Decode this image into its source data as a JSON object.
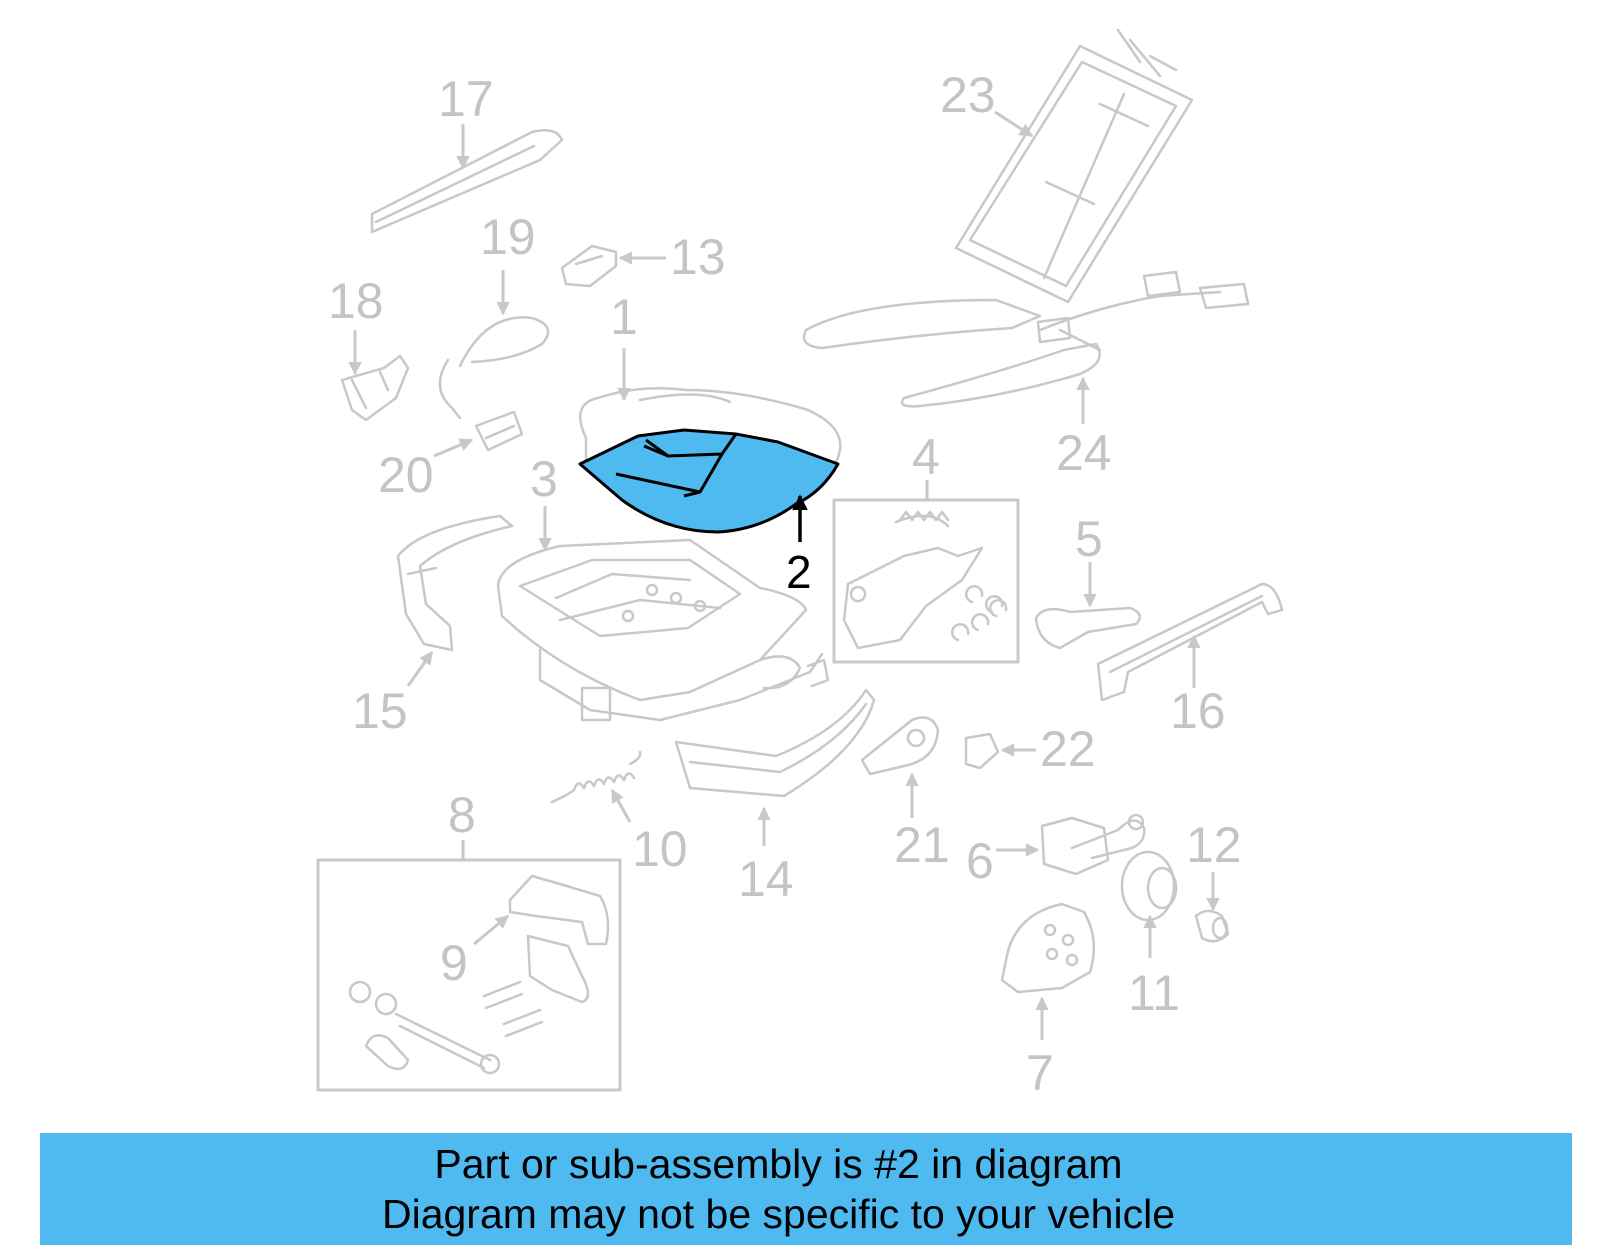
{
  "highlight_color": "#4fbaf0",
  "part_color": "#c8c8c8",
  "callouts": {
    "c1": "1",
    "c2": "2",
    "c3": "3",
    "c4": "4",
    "c5": "5",
    "c6": "6",
    "c7": "7",
    "c8": "8",
    "c9": "9",
    "c10": "10",
    "c11": "11",
    "c12": "12",
    "c13": "13",
    "c14": "14",
    "c15": "15",
    "c16": "16",
    "c17": "17",
    "c18": "18",
    "c19": "19",
    "c20": "20",
    "c21": "21",
    "c22": "22",
    "c23": "23",
    "c24": "24"
  },
  "caption": {
    "line1": "Part or sub-assembly is #2 in diagram",
    "line2": "Diagram may not be specific to your vehicle"
  }
}
